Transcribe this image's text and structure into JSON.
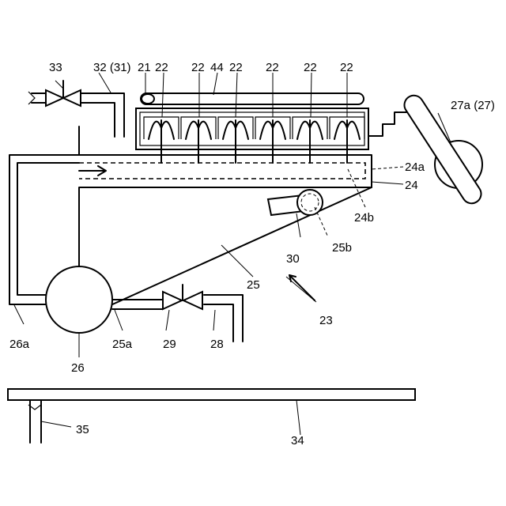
{
  "labels": {
    "l21": "21",
    "l22": "22",
    "l23": "23",
    "l24": "24",
    "l24a": "24a",
    "l24b": "24b",
    "l25": "25",
    "l25a": "25a",
    "l25b": "25b",
    "l26": "26",
    "l26a": "26a",
    "l27a": "27a (27)",
    "l28": "28",
    "l29": "29",
    "l30": "30",
    "l32": "32 (31)",
    "l33": "33",
    "l34": "34",
    "l35": "35",
    "l44": "44"
  }
}
